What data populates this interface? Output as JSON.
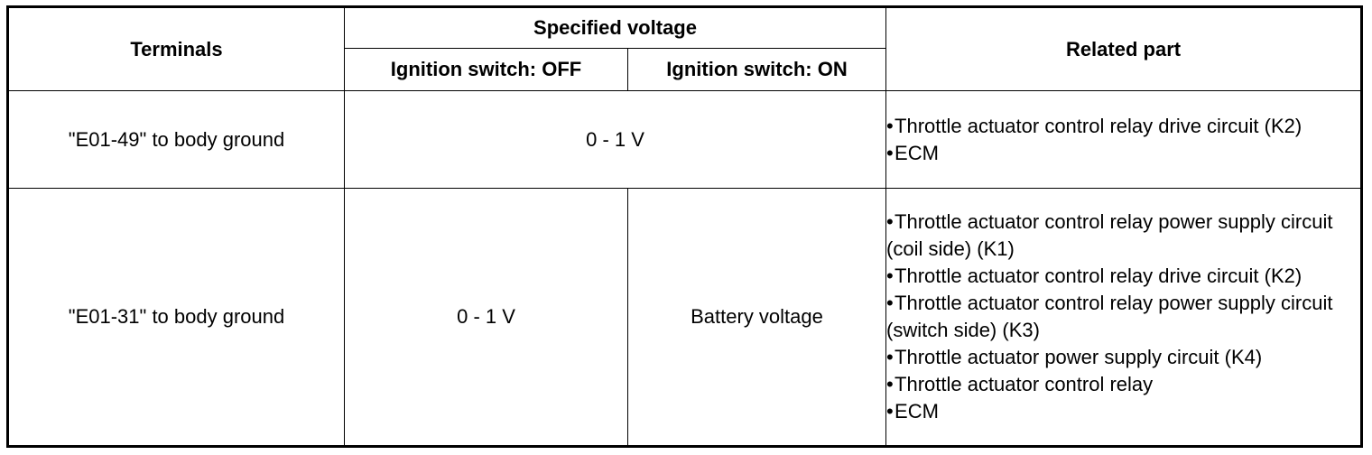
{
  "table": {
    "headers": {
      "terminals": "Terminals",
      "specified_voltage": "Specified voltage",
      "ignition_off": "Ignition switch: OFF",
      "ignition_on": "Ignition switch: ON",
      "related_part": "Related part"
    },
    "rows": [
      {
        "terminals": "\"E01-49\" to body ground",
        "voltage_merged": "0 - 1 V",
        "related": [
          "Throttle actuator control relay drive circuit (K2)",
          "ECM"
        ]
      },
      {
        "terminals": "\"E01-31\" to body ground",
        "voltage_off": "0 - 1 V",
        "voltage_on": "Battery voltage",
        "related": [
          "Throttle actuator control relay power supply circuit (coil side) (K1)",
          "Throttle actuator control relay drive circuit (K2)",
          "Throttle actuator control relay power supply circuit (switch side) (K3)",
          "Throttle actuator power supply circuit (K4)",
          "Throttle actuator control relay",
          "ECM"
        ]
      }
    ],
    "bullet": "•"
  }
}
